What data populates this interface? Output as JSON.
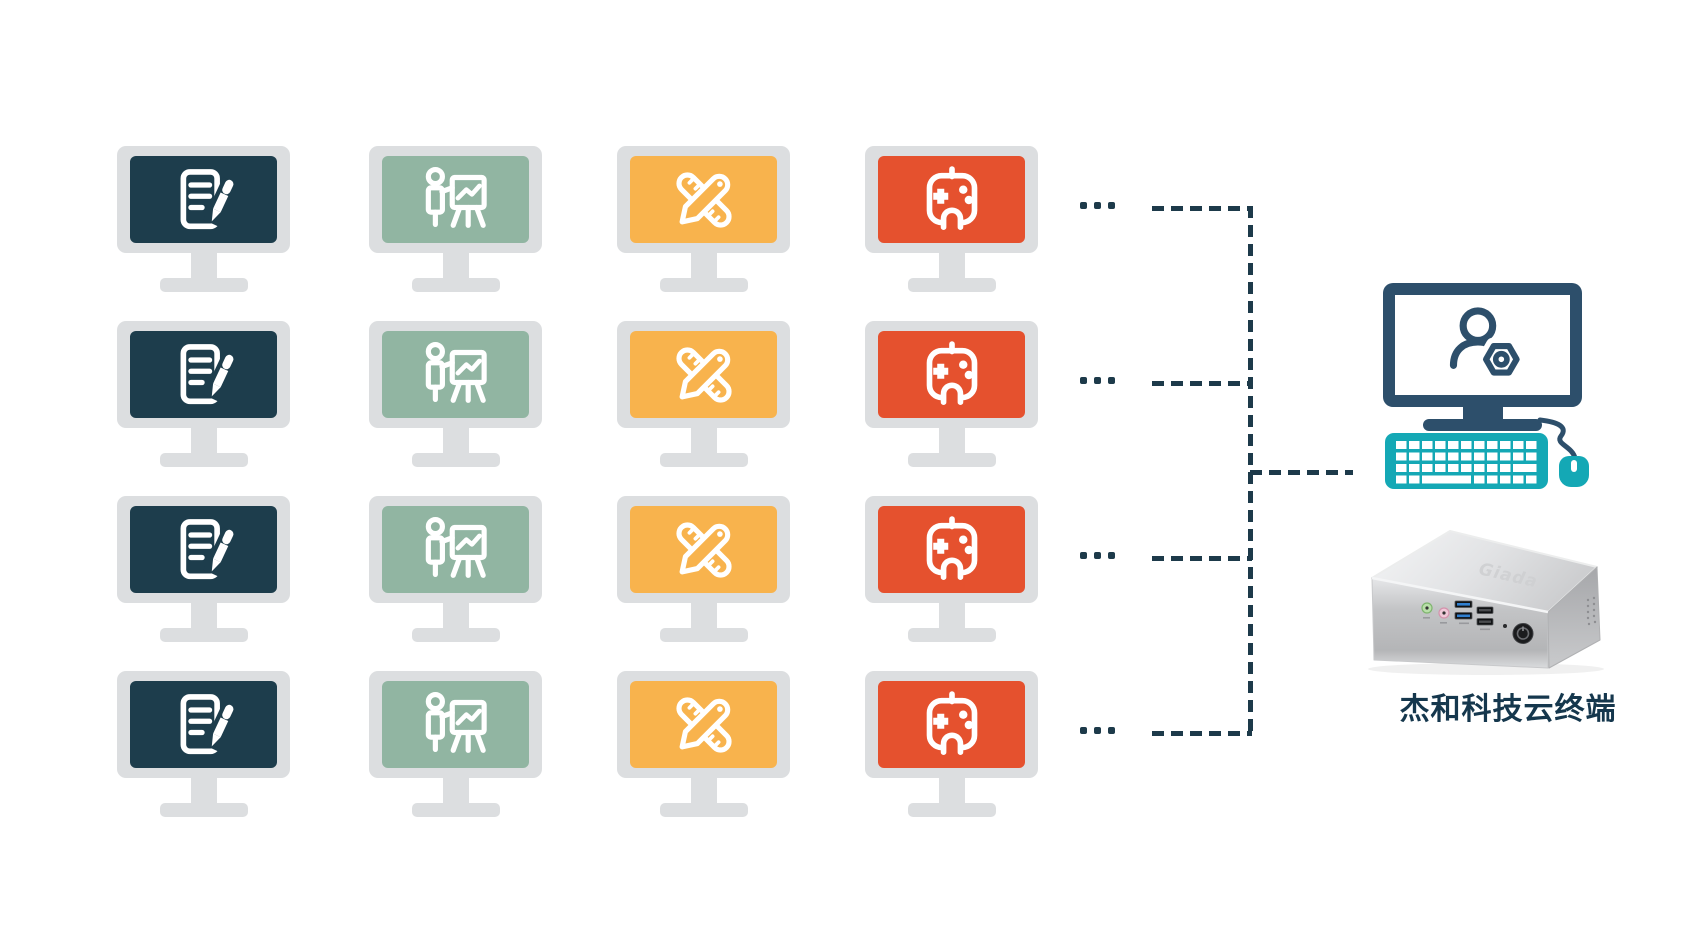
{
  "grid": {
    "rows": 4,
    "ellipsis_dots_per_row": 3,
    "monitor_frame_color": "#dcdee0",
    "columns": [
      {
        "icon": "document-edit-icon",
        "screen_color": "#1d3d4c"
      },
      {
        "icon": "presentation-chart-icon",
        "screen_color": "#91b5a2"
      },
      {
        "icon": "ruler-pencil-icon",
        "screen_color": "#f8b34d"
      },
      {
        "icon": "gamepad-icon",
        "screen_color": "#e5512e"
      }
    ]
  },
  "connector": {
    "color": "#1d3a4a",
    "style": "dashed"
  },
  "host": {
    "monitor": {
      "icon": "user-gear-icon",
      "frame_color": "#2d4f6b"
    },
    "keyboard": {
      "icon": "keyboard-icon",
      "color": "#14a8b5"
    },
    "mouse": {
      "icon": "mouse-icon",
      "color": "#14a8b5"
    },
    "device": {
      "image": "mini-pc-photo",
      "label": "杰和科技云终端",
      "label_color": "#15374d"
    }
  }
}
